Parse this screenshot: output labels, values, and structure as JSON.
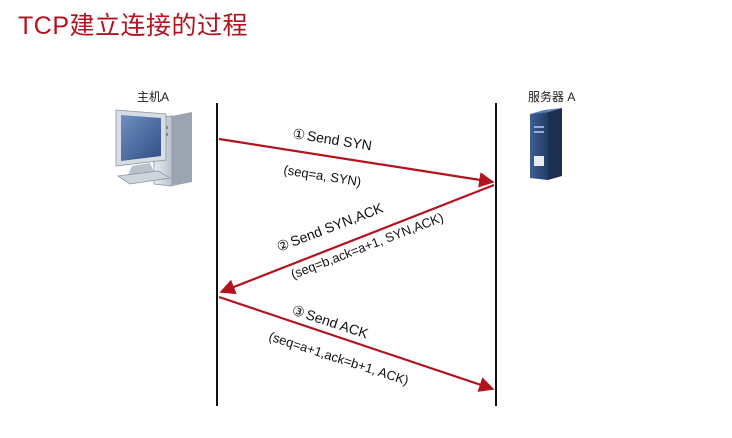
{
  "title": "TCP建立连接的过程",
  "host_label": "主机A",
  "server_label": "服务器 A",
  "icons": {
    "host": "desktop-computer-icon",
    "server": "server-tower-icon"
  },
  "colors": {
    "title": "#b3121f",
    "arrow": "#b3121f",
    "lifeline": "#111111"
  },
  "messages": [
    {
      "step": "①",
      "label": "Send SYN",
      "params": "(seq=a, SYN)",
      "direction": "host-to-server"
    },
    {
      "step": "②",
      "label": "Send SYN,ACK",
      "params": "(seq=b,ack=a+1, SYN,ACK)",
      "direction": "server-to-host"
    },
    {
      "step": "③",
      "label": "Send ACK",
      "params": "(seq=a+1,ack=b+1, ACK)",
      "direction": "host-to-server"
    }
  ]
}
